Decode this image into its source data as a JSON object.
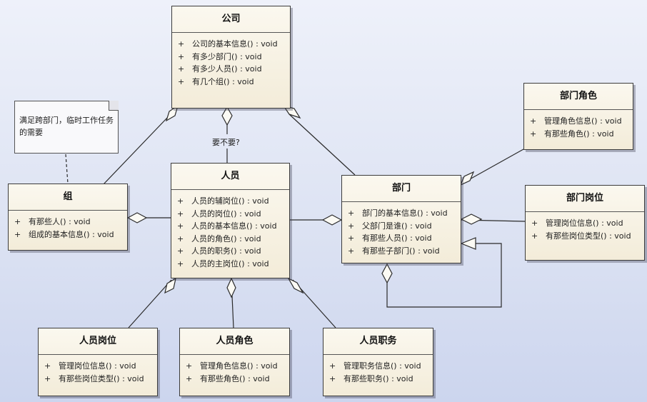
{
  "note": {
    "text": "满足跨部门，临时工作任务的需要"
  },
  "labels": {
    "company_person": "要不要?"
  },
  "classes": {
    "company": {
      "title": "公司",
      "ops": [
        "公司的基本信息() : void",
        "有多少部门() : void",
        "有多少人员() : void",
        "有几个组() : void"
      ]
    },
    "group": {
      "title": "组",
      "ops": [
        "有那些人() : void",
        "组成的基本信息() : void"
      ]
    },
    "person": {
      "title": "人员",
      "ops": [
        "人员的辅岗位() : void",
        "人员的岗位() : void",
        "人员的基本信息() : void",
        "人员的角色() : void",
        "人员的职务() : void",
        "人员的主岗位() : void"
      ]
    },
    "department": {
      "title": "部门",
      "ops": [
        "部门的基本信息() : void",
        "父部门是谁() : void",
        "有那些人员() : void",
        "有那些子部门() : void"
      ]
    },
    "dept_role": {
      "title": "部门角色",
      "ops": [
        "管理角色信息() : void",
        "有那些角色() : void"
      ]
    },
    "dept_post": {
      "title": "部门岗位",
      "ops": [
        "管理岗位信息() : void",
        "有那些岗位类型() : void"
      ]
    },
    "person_post": {
      "title": "人员岗位",
      "ops": [
        "管理岗位信息() : void",
        "有那些岗位类型() : void"
      ]
    },
    "person_role": {
      "title": "人员角色",
      "ops": [
        "管理角色信息() : void",
        "有那些角色() : void"
      ]
    },
    "person_duty": {
      "title": "人员职务",
      "ops": [
        "管理职务信息() : void",
        "有那些职务() : void"
      ]
    }
  },
  "visibility_symbol": "+"
}
